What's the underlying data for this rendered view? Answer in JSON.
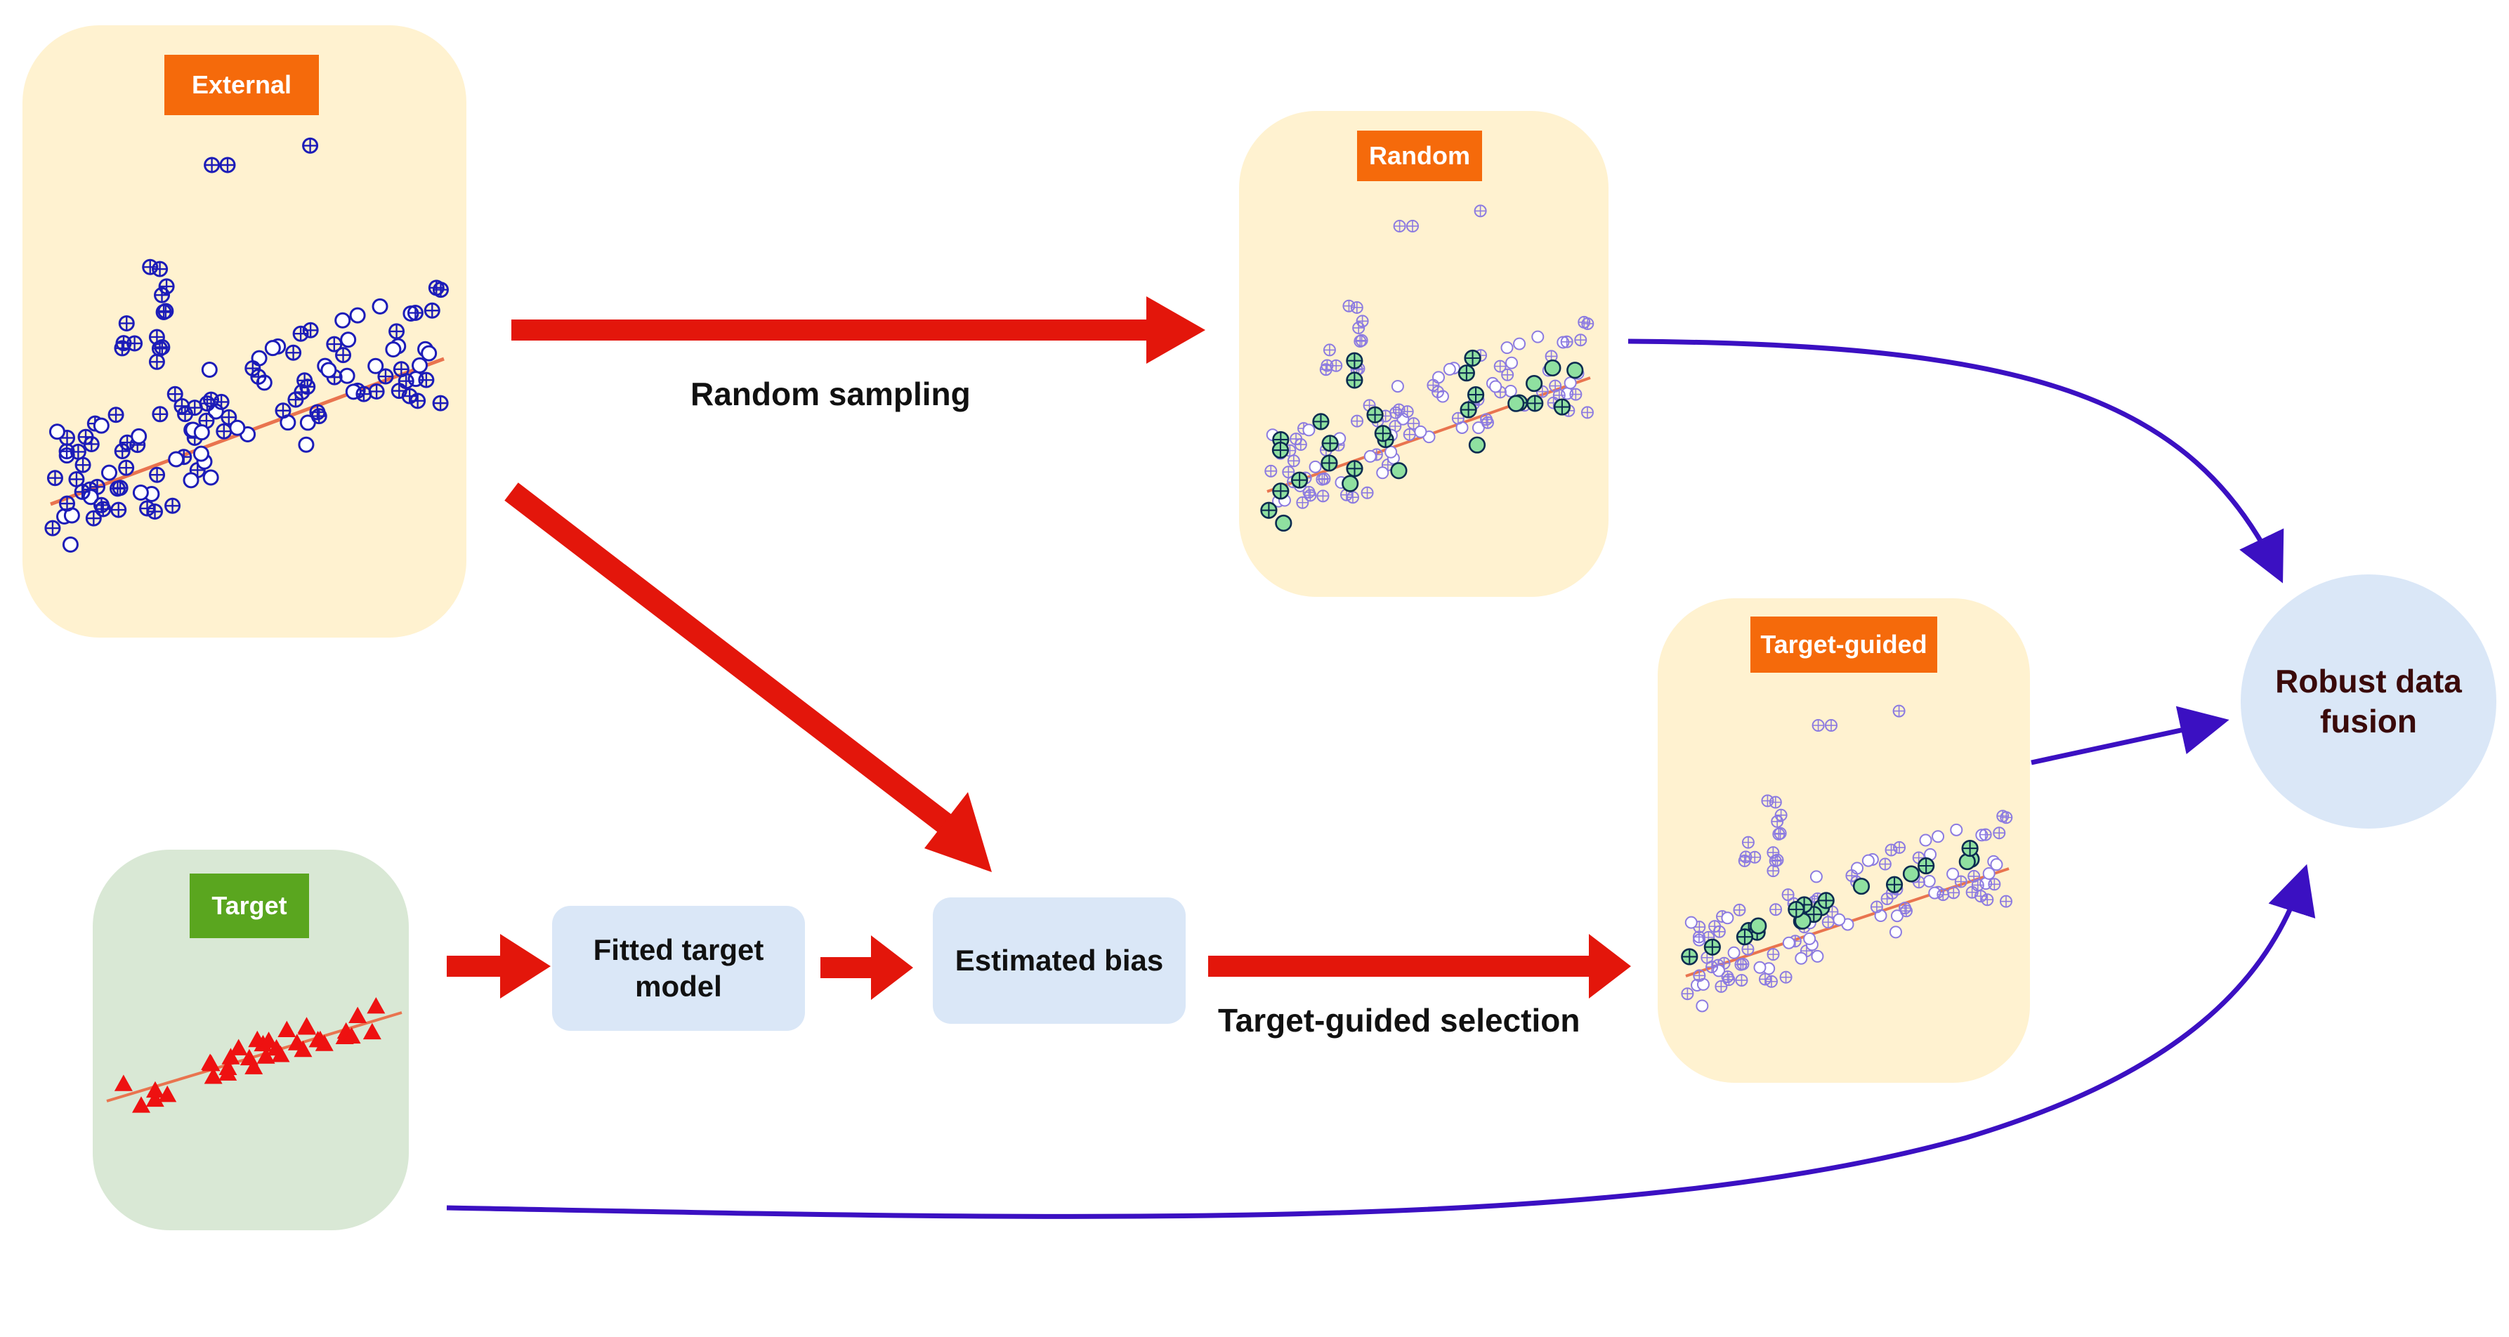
{
  "panels": {
    "external": {
      "tag": "External"
    },
    "random": {
      "tag": "Random"
    },
    "target_guided": {
      "tag": "Target-guided"
    },
    "target": {
      "tag": "Target"
    }
  },
  "boxes": {
    "fitted_target_model": "Fitted target\nmodel",
    "estimated_bias": "Estimated bias",
    "robust_data_fusion": "Robust data\nfusion"
  },
  "edge_labels": {
    "random_sampling": "Random sampling",
    "target_guided_selection": "Target-guided selection"
  },
  "colors": {
    "red_arrow": "#e3160b",
    "blue_arrow": "#3b10c2",
    "point_blue": "#1c1cb8",
    "point_light": "#8c7be0",
    "fit_line": "#e9744f",
    "selected_fill": "#8fe0a0",
    "target_triangle": "#ee1111"
  }
}
